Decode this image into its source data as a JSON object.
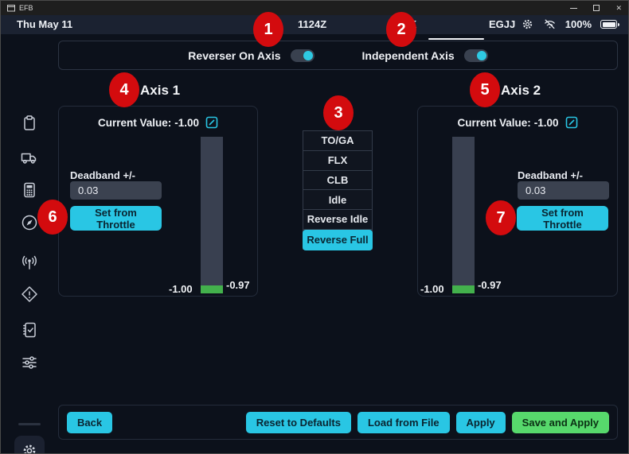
{
  "window": {
    "title": "EFB"
  },
  "statusbar": {
    "date": "Thu May 11",
    "time": "1124Z",
    "origin_partial": "K",
    "destination": "EGJJ",
    "battery_percent": "100%",
    "icons": [
      "gear-icon",
      "wifi-off-icon",
      "battery-icon"
    ]
  },
  "sidebar": {
    "icons": [
      "clipboard-icon",
      "truck-icon",
      "calculator-icon",
      "compass-icon",
      "antenna-icon",
      "warning-icon",
      "checklist-icon",
      "sliders-icon",
      "gear-icon"
    ]
  },
  "toggle_bar": {
    "reverser_label": "Reverser On Axis",
    "reverser_on": true,
    "independent_label": "Independent Axis",
    "independent_on": true
  },
  "detents": {
    "items": [
      "TO/GA",
      "FLX",
      "CLB",
      "Idle",
      "Reverse Idle",
      "Reverse Full"
    ],
    "selected": "Reverse Full"
  },
  "axis1": {
    "title": "Axis 1",
    "current_value_label": "Current Value:",
    "current_value": "-1.00",
    "deadband_label": "Deadband +/-",
    "deadband_value": "0.03",
    "set_from_throttle": "Set from Throttle",
    "bar_min": "-1.00",
    "bar_max": "-0.97"
  },
  "axis2": {
    "title": "Axis 2",
    "current_value_label": "Current Value:",
    "current_value": "-1.00",
    "deadband_label": "Deadband +/-",
    "deadband_value": "0.03",
    "set_from_throttle": "Set from Throttle",
    "bar_min": "-1.00",
    "bar_max": "-0.97"
  },
  "footer": {
    "back": "Back",
    "reset": "Reset to Defaults",
    "load": "Load from File",
    "apply": "Apply",
    "save": "Save and Apply"
  },
  "annotations": [
    {
      "n": "1"
    },
    {
      "n": "2"
    },
    {
      "n": "3"
    },
    {
      "n": "4"
    },
    {
      "n": "5"
    },
    {
      "n": "6"
    },
    {
      "n": "7"
    }
  ],
  "colors": {
    "accent_cyan": "#29c6e4",
    "accent_green": "#57d86c",
    "bar_green": "#43b14c",
    "annotation_red": "#d30b0e"
  }
}
